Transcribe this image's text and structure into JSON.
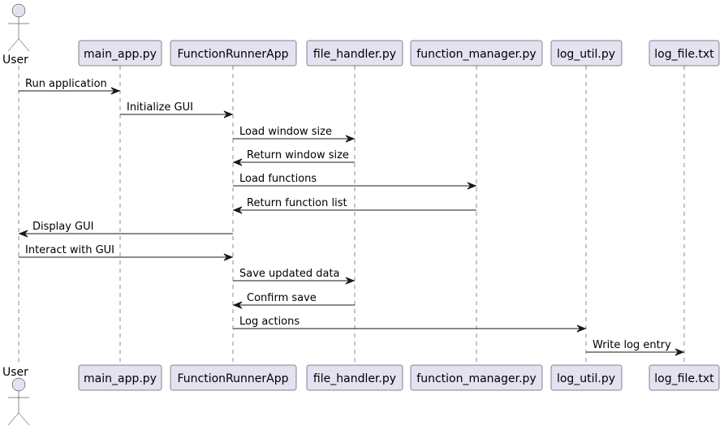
{
  "participants": [
    {
      "id": "user",
      "label": "User",
      "kind": "actor"
    },
    {
      "id": "main_app",
      "label": "main_app.py",
      "kind": "participant"
    },
    {
      "id": "runner",
      "label": "FunctionRunnerApp",
      "kind": "participant"
    },
    {
      "id": "file_handler",
      "label": "file_handler.py",
      "kind": "participant"
    },
    {
      "id": "function_manager",
      "label": "function_manager.py",
      "kind": "participant"
    },
    {
      "id": "log_util",
      "label": "log_util.py",
      "kind": "participant"
    },
    {
      "id": "log_file",
      "label": "log_file.txt",
      "kind": "participant"
    }
  ],
  "messages": [
    {
      "from": "user",
      "to": "main_app",
      "label": "Run application"
    },
    {
      "from": "main_app",
      "to": "runner",
      "label": "Initialize GUI"
    },
    {
      "from": "runner",
      "to": "file_handler",
      "label": "Load window size"
    },
    {
      "from": "file_handler",
      "to": "runner",
      "label": "Return window size"
    },
    {
      "from": "runner",
      "to": "function_manager",
      "label": "Load functions"
    },
    {
      "from": "function_manager",
      "to": "runner",
      "label": "Return function list"
    },
    {
      "from": "runner",
      "to": "user",
      "label": "Display GUI"
    },
    {
      "from": "user",
      "to": "runner",
      "label": "Interact with GUI"
    },
    {
      "from": "runner",
      "to": "file_handler",
      "label": "Save updated data"
    },
    {
      "from": "file_handler",
      "to": "runner",
      "label": "Confirm save"
    },
    {
      "from": "runner",
      "to": "log_util",
      "label": "Log actions"
    },
    {
      "from": "log_util",
      "to": "log_file",
      "label": "Write log entry"
    }
  ],
  "colors": {
    "participant_fill": "#E2E2F0",
    "line": "#181818",
    "text": "#000000"
  }
}
